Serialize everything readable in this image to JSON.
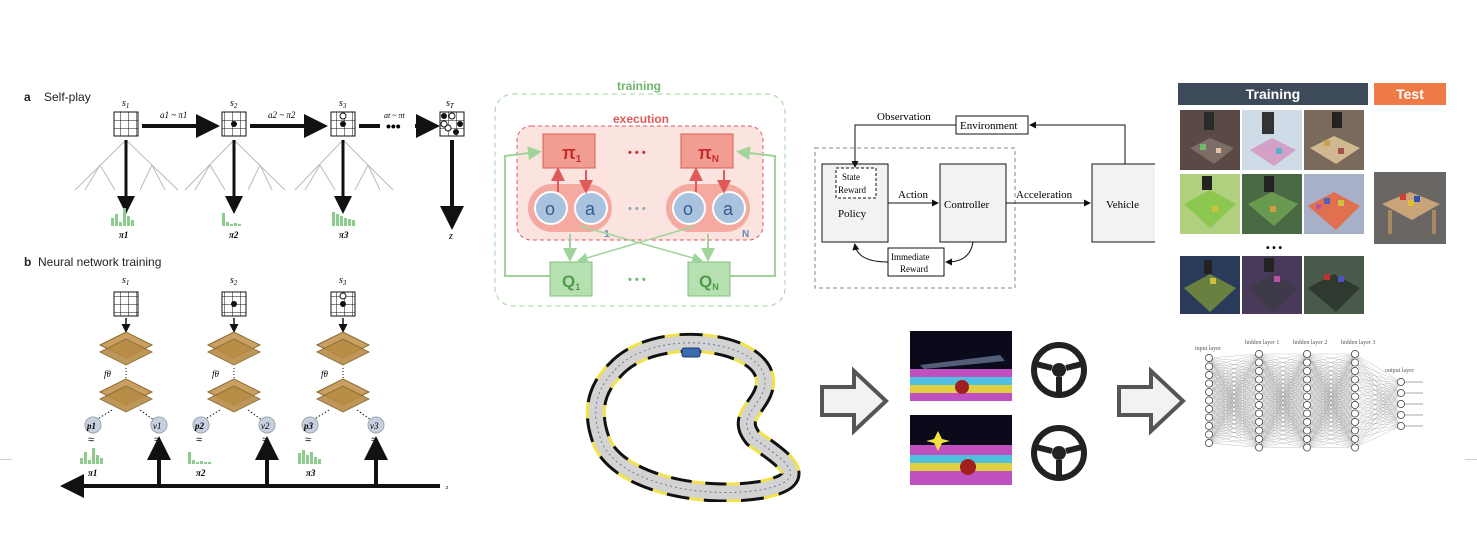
{
  "selfplay": {
    "label_a": "a",
    "title_a": "Self-play",
    "states": [
      "s1",
      "s2",
      "s3",
      "sT"
    ],
    "state_sub": [
      "1",
      "2",
      "3",
      "T"
    ],
    "actions": [
      "a1 ~ π1",
      "a2 ~ π2",
      "at ~ πt"
    ],
    "policies": [
      "π1",
      "π2",
      "π3"
    ],
    "outcome": "z"
  },
  "nntraining": {
    "label_b": "b",
    "title_b": "Neural network training",
    "states": [
      "s1",
      "s2",
      "s3"
    ],
    "net_label": "fθ",
    "p_labels": [
      "p1",
      "p2",
      "p3"
    ],
    "v_labels": [
      "v1",
      "v2",
      "v3"
    ],
    "pi_labels": [
      "π1",
      "π2",
      "π3"
    ],
    "approx": "≈",
    "outcome": "z"
  },
  "maddpg": {
    "training_label": "training",
    "execution_label": "execution",
    "pi_1": "π",
    "pi_1_sub": "1",
    "pi_n": "π",
    "pi_n_sub": "N",
    "o": "o",
    "a": "a",
    "agent_1": "1",
    "agent_n": "N",
    "q_1": "Q",
    "q_1_sub": "1",
    "q_n": "Q",
    "q_n_sub": "N",
    "dots": "• • •"
  },
  "rl_loop": {
    "observation": "Observation",
    "environment": "Environment",
    "state": "State",
    "reward": "Reward",
    "policy": "Policy",
    "action": "Action",
    "controller": "Controller",
    "acceleration": "Acceleration",
    "vehicle": "Vehicle",
    "immediate": "Immediate",
    "immediate_reward": "Reward"
  },
  "robot": {
    "training": "Training",
    "test": "Test",
    "dots": "• • •",
    "training_color": "#3d4a5a",
    "test_color": "#ee7b45"
  },
  "nn": {
    "input_layer": "input layer",
    "hidden_1": "hidden layer 1",
    "hidden_2": "hidden layer 2",
    "hidden_3": "hidden layer 3",
    "output_layer": "output layer"
  },
  "colors": {
    "green": "#8ccc8c",
    "green_text": "#6db86d",
    "red": "#e05a5a",
    "pink_fill": "#f7c9c3",
    "policy_fill": "#f29d92",
    "circle_fill": "#9fb8d6",
    "q_fill": "#b7e0b2"
  }
}
